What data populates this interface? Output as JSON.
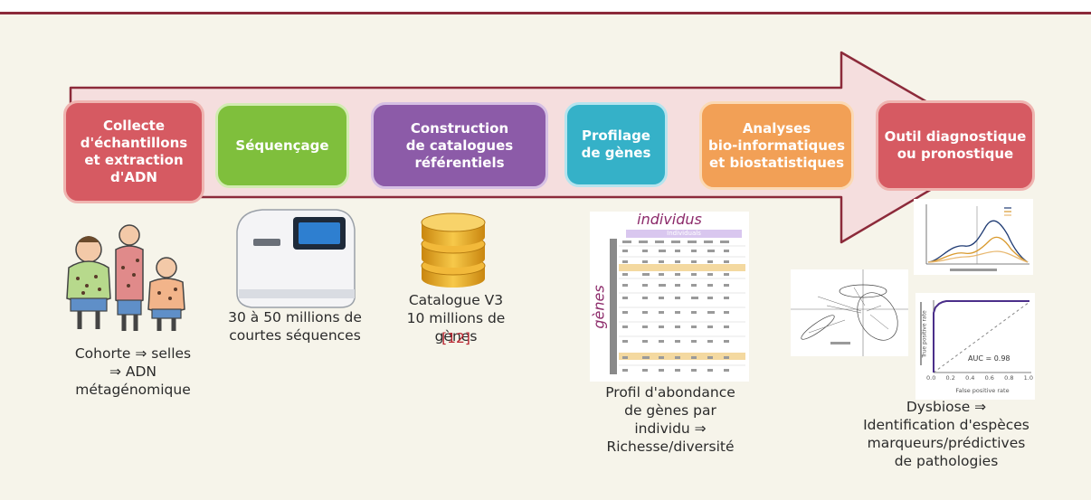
{
  "steps": [
    {
      "label": "Collecte\nd'échantillons\net extraction\nd'ADN",
      "color": "#d65a62"
    },
    {
      "label": "Séquençage",
      "color": "#7fbf3c"
    },
    {
      "label": "Construction\nde catalogues\nréférentiels",
      "color": "#8c5ba8"
    },
    {
      "label": "Profilage\nde gènes",
      "color": "#35b1c8"
    },
    {
      "label": "Analyses\nbio-informatiques\net biostatistiques",
      "color": "#f2a056"
    },
    {
      "label": "Outil diagnostique\nou pronostique",
      "color": "#d65a62"
    }
  ],
  "captions": {
    "cohort": "Cohorte ⇒ selles\n⇒ ADN\nmétagénomique",
    "sequencing": "30 à 50 millions de\ncourtes séquences",
    "catalogue": "Catalogue V3\n10 millions de gènes",
    "catalogue_ref": "[12]",
    "profile": "Profil d'abondance\nde gènes par\nindividu ⇒\nRichesse/diversité",
    "dysbiosis": "Dysbiose ⇒\nIdentification d'espèces\nmarqueurs/prédictives\nde pathologies"
  },
  "table": {
    "title": "individus",
    "axis_label": "gènes",
    "header_band": "Individuals"
  },
  "roc": {
    "auc_label": "AUC = 0.98",
    "xlabel": "False positive rate",
    "ylabel": "True positive rate",
    "ticks": [
      "0.0",
      "0.2",
      "0.4",
      "0.6",
      "0.8",
      "1.0"
    ]
  },
  "colors": {
    "arrow_fill": "#f5dede",
    "arrow_stroke": "#8c2a3a",
    "top_rule": "#8c2a3a",
    "reference": "#b8232f"
  }
}
